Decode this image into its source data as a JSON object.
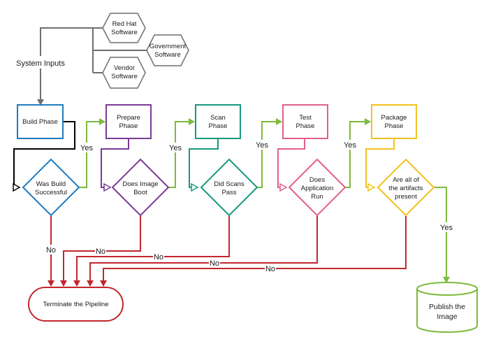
{
  "colors": {
    "gray": "#6f6f6f",
    "build": "#1e7bbf",
    "prepare": "#7b3a96",
    "scan": "#16997f",
    "test": "#e05f8d",
    "package": "#f2c21b",
    "yes_line": "#7dba3d",
    "no_line": "#c1272d",
    "publish": "#7dba3d",
    "terminate": "#c1272d",
    "black": "#000000"
  },
  "inputs": {
    "label": "System Inputs",
    "sources": [
      [
        "Red Hat",
        "Software"
      ],
      [
        "Government",
        "Software"
      ],
      [
        "Vendor",
        "Software"
      ]
    ]
  },
  "phases": [
    {
      "name": [
        "Build Phase"
      ]
    },
    {
      "name": [
        "Prepare",
        "Phase"
      ]
    },
    {
      "name": [
        "Scan",
        "Phase"
      ]
    },
    {
      "name": [
        "Test",
        "Phase"
      ]
    },
    {
      "name": [
        "Package",
        "Phase"
      ]
    }
  ],
  "decisions": [
    {
      "text": [
        "Was Build",
        "Successful"
      ]
    },
    {
      "text": [
        "Does Image",
        "Boot"
      ]
    },
    {
      "text": [
        "Did Scans",
        "Pass"
      ]
    },
    {
      "text": [
        "Does",
        "Application",
        "Run"
      ]
    },
    {
      "text": [
        "Are all of",
        "the artifacts",
        "present"
      ]
    }
  ],
  "edge_labels": {
    "yes": "Yes",
    "no": "No"
  },
  "terminate": {
    "label": "Terminate the Pipeline"
  },
  "publish": {
    "label": [
      "Publish the",
      "Image"
    ]
  }
}
